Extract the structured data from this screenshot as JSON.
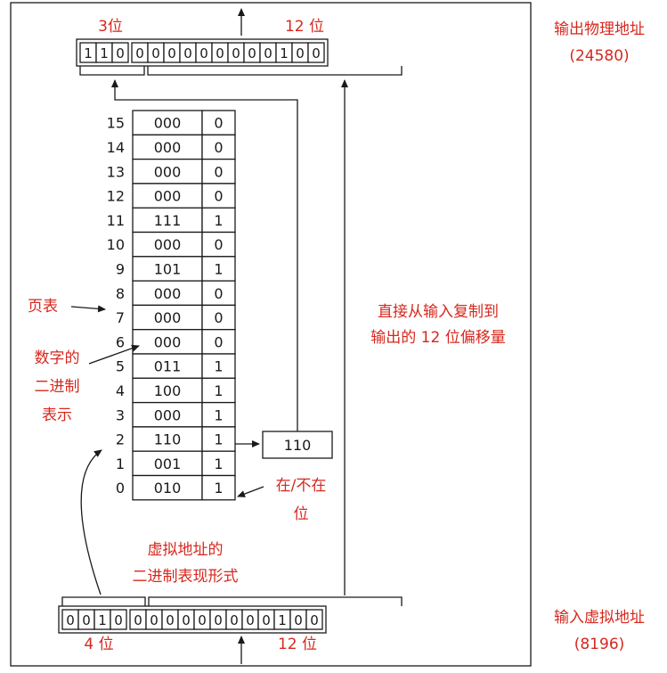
{
  "colors": {
    "label_red": "#d6281e",
    "line": "#1a1a1a"
  },
  "output": {
    "bits": [
      "1",
      "1",
      "0",
      "0",
      "0",
      "0",
      "0",
      "0",
      "0",
      "0",
      "0",
      "0",
      "1",
      "0",
      "0"
    ],
    "label_high": "3位",
    "label_low": "12 位",
    "side_title": "输出物理地址",
    "side_value": "(24580)"
  },
  "input": {
    "bits": [
      "0",
      "0",
      "1",
      "0",
      "0",
      "0",
      "0",
      "0",
      "0",
      "0",
      "0",
      "0",
      "0",
      "1",
      "0",
      "0"
    ],
    "label_high": "4 位",
    "label_low": "12 位",
    "side_title": "输入虚拟地址",
    "side_value": "(8196)"
  },
  "page_table": {
    "label": "页表",
    "rows": [
      {
        "index": "15",
        "frame": "000",
        "present": "0"
      },
      {
        "index": "14",
        "frame": "000",
        "present": "0"
      },
      {
        "index": "13",
        "frame": "000",
        "present": "0"
      },
      {
        "index": "12",
        "frame": "000",
        "present": "0"
      },
      {
        "index": "11",
        "frame": "111",
        "present": "1"
      },
      {
        "index": "10",
        "frame": "000",
        "present": "0"
      },
      {
        "index": "9",
        "frame": "101",
        "present": "1"
      },
      {
        "index": "8",
        "frame": "000",
        "present": "0"
      },
      {
        "index": "7",
        "frame": "000",
        "present": "0"
      },
      {
        "index": "6",
        "frame": "000",
        "present": "0"
      },
      {
        "index": "5",
        "frame": "011",
        "present": "1"
      },
      {
        "index": "4",
        "frame": "100",
        "present": "1"
      },
      {
        "index": "3",
        "frame": "000",
        "present": "1"
      },
      {
        "index": "2",
        "frame": "110",
        "present": "1"
      },
      {
        "index": "1",
        "frame": "001",
        "present": "1"
      },
      {
        "index": "0",
        "frame": "010",
        "present": "1"
      }
    ]
  },
  "selected_frame": "110",
  "annotations": {
    "binary_repr": [
      "数字的",
      "二进制",
      "表示"
    ],
    "present_bit": [
      "在/不在",
      "位"
    ],
    "copy_offset": [
      "直接从输入复制到",
      "输出的 12 位偏移量"
    ],
    "virtual_binary": [
      "虚拟地址的",
      "二进制表现形式"
    ]
  }
}
